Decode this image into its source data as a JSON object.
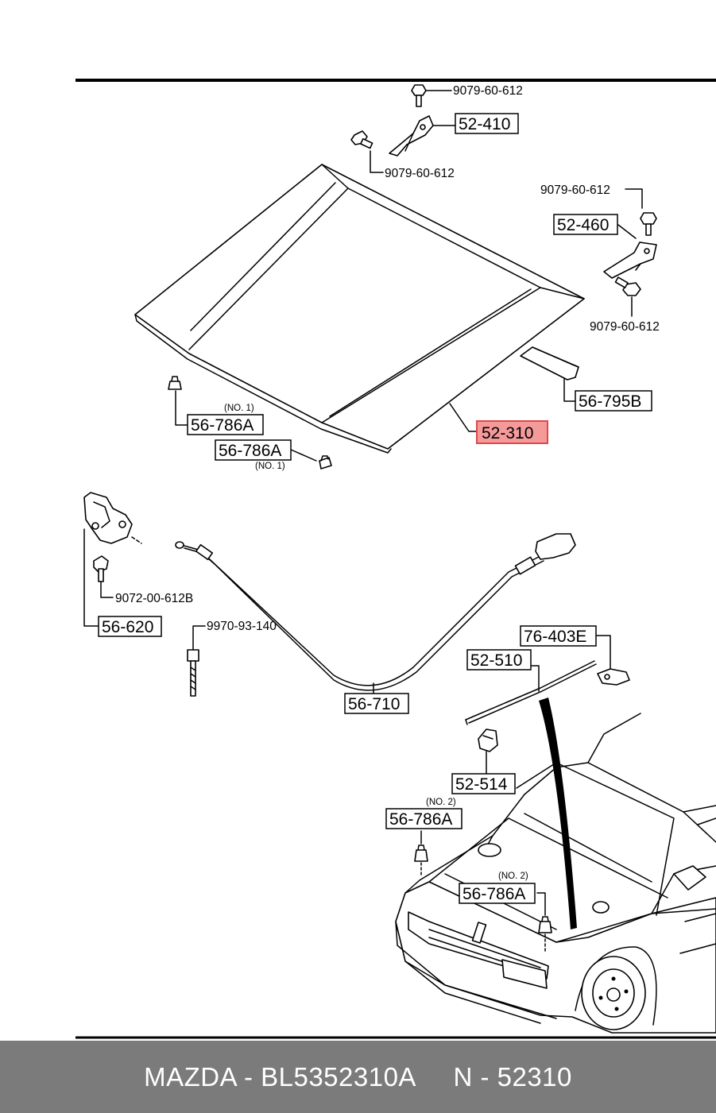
{
  "labels": {
    "l_52410": "52-410",
    "l_52460": "52-460",
    "l_52310": "52-310",
    "l_56795b": "56-795B",
    "l_56786a_top": "56-786A",
    "l_56786a_mid": "56-786A",
    "l_56620": "56-620",
    "l_56710": "56-710",
    "l_76403e": "76-403E",
    "l_52510": "52-510",
    "l_52514": "52-514",
    "l_56786a_low1": "56-786A",
    "l_56786a_low2": "56-786A"
  },
  "part_numbers": {
    "p_top": "9079-60-612",
    "p_hinge_left": "9079-60-612",
    "p_hinge_right_top": "9079-60-612",
    "p_hinge_right_bottom": "9079-60-612",
    "p_latch_bolt": "9072-00-612B",
    "p_stay_screw": "9970-93-140"
  },
  "notes": {
    "n1a": "(NO. 1)",
    "n1b": "(NO. 1)",
    "n2a": "(NO. 2)",
    "n2b": "(NO. 2)"
  },
  "highlight_color": "#f59a9a",
  "footer": {
    "text": "MAZDA - BL5352310A     N - 52310"
  }
}
